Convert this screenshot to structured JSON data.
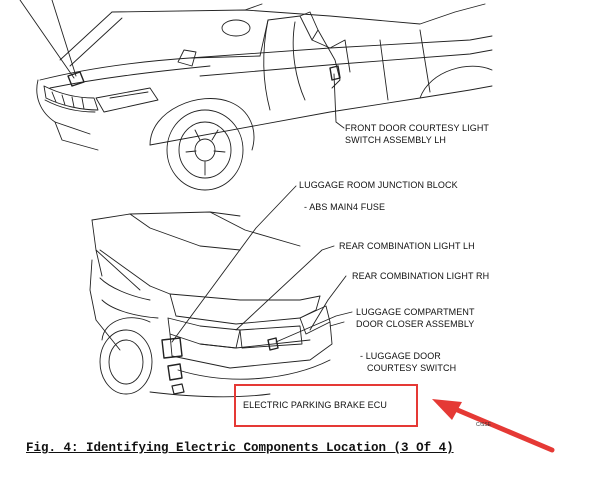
{
  "labels": {
    "front_door_switch_1": "FRONT DOOR COURTESY LIGHT",
    "front_door_switch_2": "SWITCH ASSEMBLY LH",
    "luggage_junction_block": "LUGGAGE ROOM JUNCTION BLOCK",
    "abs_fuse": "- ABS MAIN4 FUSE",
    "rear_light_lh": "REAR COMBINATION LIGHT LH",
    "rear_light_rh": "REAR COMBINATION LIGHT RH",
    "door_closer_1": "LUGGAGE COMPARTMENT",
    "door_closer_2": "DOOR CLOSER ASSEMBLY",
    "courtesy_switch_1": "- LUGGAGE DOOR",
    "courtesy_switch_2": "COURTESY SWITCH",
    "parking_brake_ecu": "ELECTRIC PARKING BRAKE ECU"
  },
  "figure_code": "C/SSE",
  "caption": "Fig. 4: Identifying Electric Components Location (3 Of 4)",
  "colors": {
    "highlight": "#e53935",
    "line_art": "#222222"
  }
}
